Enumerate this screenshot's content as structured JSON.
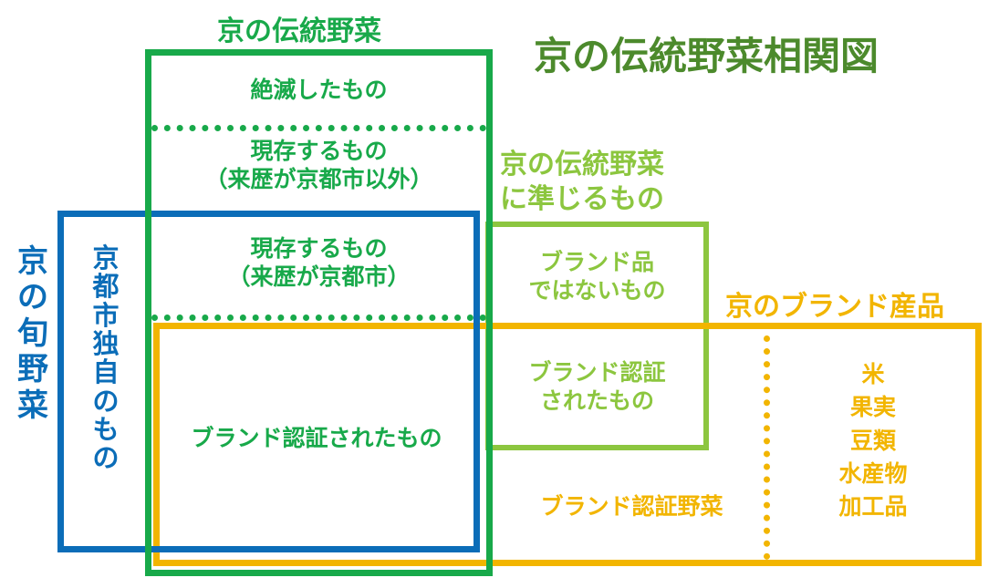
{
  "colors": {
    "traditional": "#18a94a",
    "quasi": "#8cc63f",
    "brand": "#f2b500",
    "shun": "#0b6db8",
    "title": "#4c8a2c"
  },
  "title": "京の伝統野菜相関図",
  "traditional": {
    "label": "京の伝統野菜",
    "extinct": "絶滅したもの",
    "existing_outside": [
      "現存するもの",
      "（来歴が京都市以外）"
    ],
    "existing_kyoto": [
      "現存するもの",
      "（来歴が京都市）"
    ],
    "brand_certified": "ブランド認証されたもの"
  },
  "quasi": {
    "label": [
      "京の伝統野菜",
      "に準じるもの"
    ],
    "not_brand": [
      "ブランド品",
      "ではないもの"
    ],
    "brand_certified": [
      "ブランド認証",
      "されたもの"
    ]
  },
  "brand": {
    "label": "京のブランド産品",
    "certified_vegetables": "ブランド認証野菜",
    "others": [
      "米",
      "果実",
      "豆類",
      "水産物",
      "加工品"
    ]
  },
  "shun": {
    "label": [
      "京",
      "の",
      "旬",
      "野",
      "菜"
    ],
    "kyoto_only": [
      "京",
      "都",
      "市",
      "独",
      "自",
      "の",
      "も",
      "の"
    ]
  }
}
